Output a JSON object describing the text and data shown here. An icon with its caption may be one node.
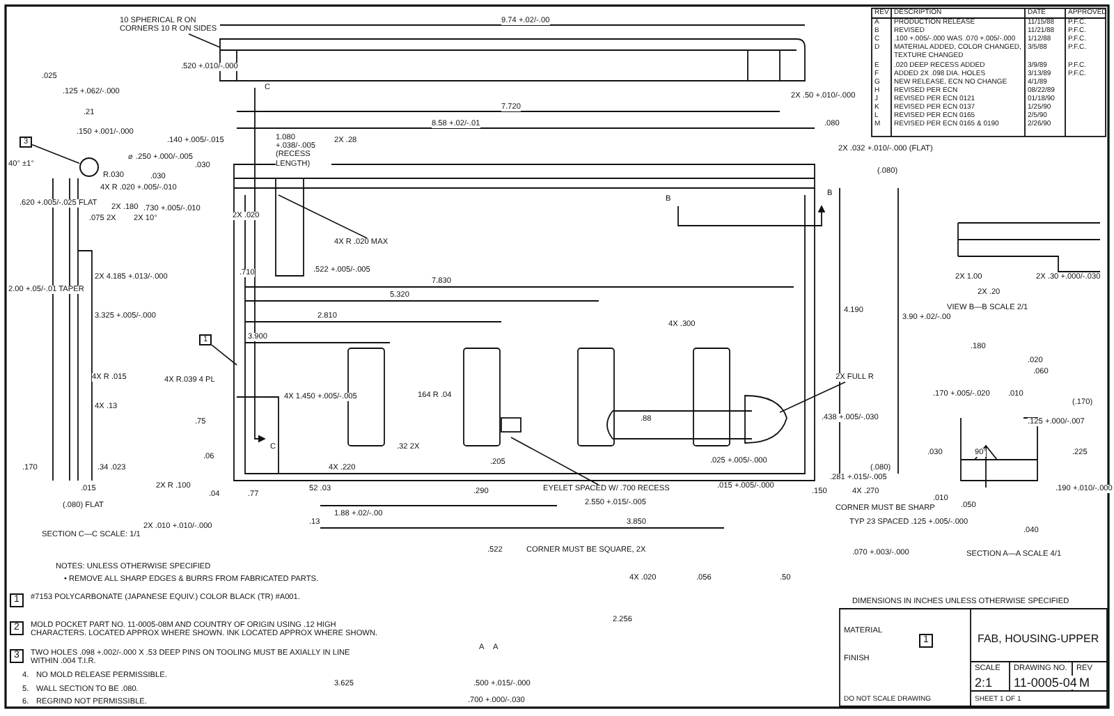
{
  "diagram": {
    "title": "FAB, HOUSING-UPPER",
    "nodes": [
      {
        "text": [
          "10 SPHERICAL R ON CORNERS 10 R ON SIDES"
        ]
      },
      {
        "text": [
          "3"
        ]
      },
      {
        "text": [
          "1"
        ]
      },
      {
        "text": [
          "4X R .020 MAX"
        ]
      },
      {
        "text": [
          "EYELET SPACED W/ .700 RECESS"
        ]
      },
      {
        "text": [
          "2X FULL R"
        ]
      },
      {
        "text": [],
        "shape": "circle"
      }
    ],
    "edges": [
      {
        "from": 0,
        "to": null,
        "arrow": "none"
      },
      {
        "from": 1,
        "to": 6,
        "arrow": "none"
      },
      {
        "from": 2,
        "to": null,
        "arrow": "none"
      },
      {
        "from": 3,
        "to": null,
        "arrow": "none"
      },
      {
        "from": 4,
        "to": null,
        "arrow": "none"
      },
      {
        "from": 5,
        "to": null,
        "arrow": "none"
      }
    ],
    "labels": [
      "REV",
      "DESCRIPTION",
      "DATE",
      "APPROVED",
      "A",
      "PRODUCTION RELEASE",
      "11/15/88",
      "P.F.C.",
      "B",
      "REVISED",
      "11/21/88",
      "P.F.C.",
      "C",
      ".100 +.005/-.000 WAS .070 +.005/-.000",
      "1/12/88",
      "P.F.C.",
      "D",
      "MATERIAL ADDED, COLOR CHANGED, TEXTURE CHANGED",
      "3/5/88",
      "P.F.C.",
      "E",
      ".020 DEEP RECESS ADDED",
      "3/9/89",
      "P.F.C.",
      "F",
      "ADDED 2X .098 DIA. HOLES",
      "3/13/89",
      "P.F.C.",
      "G",
      "NEW RELEASE, ECN NO CHANGE",
      "4/1/89",
      "H",
      "REVISED PER ECN",
      "08/22/89",
      "J",
      "REVISED PER ECN 0121",
      "01/18/90",
      "K",
      "REVISED PER ECN 0137",
      "1/25/90",
      "L",
      "REVISED PER ECN 0165",
      "2/5/90",
      "M",
      "REVISED PER ECN 0165 & 0190",
      "2/26/90",
      "9.74 +.02/-.00",
      ".520 +.010/-.000",
      "C",
      "7.720",
      "8.58 +.02/-.01",
      "2X .50 +.010/-.000",
      ".080",
      "B",
      "B",
      ".025",
      ".125 +.062/-.000",
      ".21",
      ".150 +.001/-.000",
      "⌀ .250 +.000/-.005",
      "R.030",
      "4X R .020 +.005/-.010",
      "40° ±1°",
      ".620 +.005/-.025 FLAT",
      "2X .180",
      ".075 2X",
      "2X 10°",
      ".140 +.005/-.015",
      "1.080 +.038/-.005 (RECESS LENGTH)",
      "2X .28",
      ".030",
      ".030",
      ".730 +.005/-.010",
      "2X .020",
      ".710",
      ".522 +.005/-.005",
      "2X .032 +.010/-.000 (FLAT)",
      "(.080)",
      "2X 4.185 +.013/-.000",
      "2.00 +.05/-.01 TAPER",
      "3.325 +.005/-.000",
      "4X R .015",
      "4X .13",
      ".170",
      ".34 .023",
      ".015",
      "(.080) FLAT",
      "SECTION C—C SCALE: 1/1",
      "7.830",
      "5.320",
      "2.810",
      "3.900",
      "4X .300",
      "4.190",
      "3.90 +.02/-.00",
      "4X R.039 4 PL",
      "4X 1.450 +.005/-.005",
      ".75",
      "164 R .04",
      ".32 2X",
      ".06",
      "4X .220",
      "C",
      "2X R .100",
      ".04",
      ".77",
      "52 .03",
      "2X .010 +.010/-.000",
      ".13",
      "1.88 +.02/-.00",
      ".205",
      ".290",
      ".88",
      "2.550 +.015/-.005",
      "3.850",
      ".025 +.005/-.000",
      ".015 +.005/-.000",
      ".150",
      "4X .270",
      ".438 +.005/-.030",
      ".281 +.015/-.005",
      "(.080)",
      ".522",
      "CORNER MUST BE SQUARE, 2X",
      "CORNER MUST BE SHARP",
      "TYP 23 SPACED .125 +.005/-.000",
      ".070 +.003/-.000",
      "4X .020",
      ".056",
      ".50",
      "2.256",
      "3.625",
      "A",
      "A",
      ".500 +.015/-.000",
      ".700 +.000/-.030",
      "2X .20",
      "2X 1.00",
      "2X .30 +.000/-.030",
      "VIEW B—B SCALE 2/1",
      ".180",
      ".020",
      ".060",
      ".170 +.005/-.020",
      ".010",
      "(.170)",
      ".125 +.000/-.007",
      ".030",
      "90°",
      ".225",
      ".190 +.010/-.000",
      ".010",
      ".050",
      ".040",
      "SECTION A—A SCALE 4/1",
      "NOTES: UNLESS OTHERWISE SPECIFIED",
      "• REMOVE ALL SHARP EDGES & BURRS FROM FABRICATED PARTS.",
      "1",
      "#7153 POLYCARBONATE (JAPANESE EQUIV.) COLOR BLACK (TR) #A001.",
      "2",
      "MOLD POCKET PART NO. 11-0005-08M AND COUNTRY OF ORIGIN USING .12 HIGH CHARACTERS. LOCATED APPROX WHERE SHOWN. INK LOCATED APPROX WHERE SHOWN.",
      "3",
      "TWO HOLES .098 +.002/-.000 X .53 DEEP PINS ON TOOLING MUST BE AXIALLY IN LINE WITHIN .004 T.I.R.",
      "4.",
      "NO MOLD RELEASE PERMISSIBLE.",
      "5.",
      "WALL SECTION TO BE .080.",
      "6.",
      "REGRIND NOT PERMISSIBLE.",
      "DIMENSIONS IN INCHES UNLESS OTHERWISE SPECIFIED",
      "MATERIAL",
      "1",
      "FINISH",
      "SCALE",
      "2:1",
      "DRAWING NO.",
      "11-0005-04",
      "REV",
      "M",
      "DO NOT SCALE DRAWING",
      "SHEET 1 OF 1"
    ]
  }
}
